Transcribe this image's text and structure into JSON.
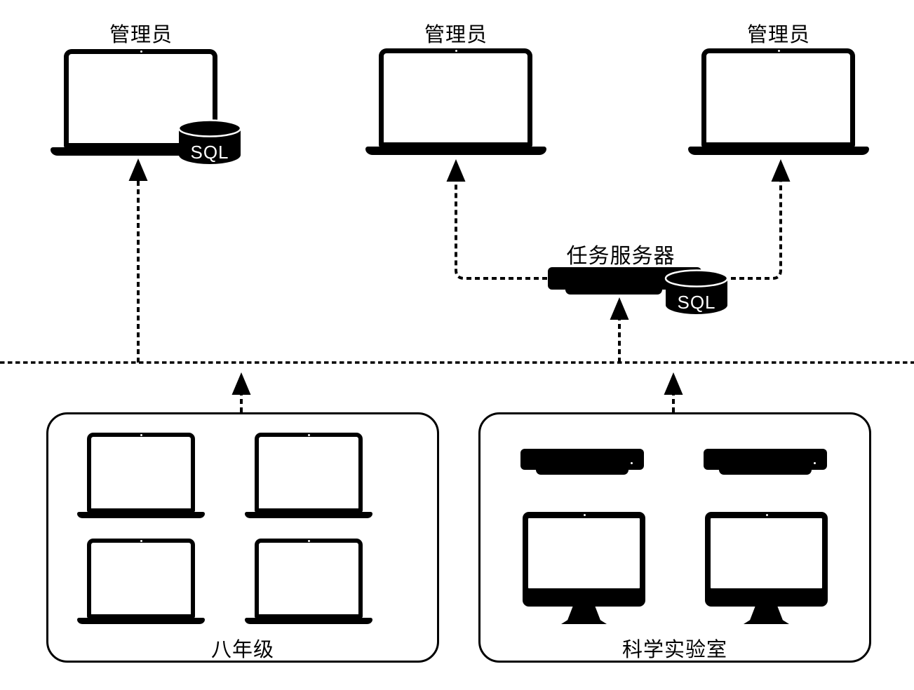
{
  "colors": {
    "ink": "#000000",
    "background": "#ffffff",
    "sql_text": "#ffffff"
  },
  "nodes": {
    "admin_left": {
      "label": "管理员"
    },
    "admin_middle": {
      "label": "管理员"
    },
    "admin_right": {
      "label": "管理员"
    },
    "task_server": {
      "label": "任务服务器"
    },
    "sql_admin": {
      "label": "SQL"
    },
    "sql_server": {
      "label": "SQL"
    }
  },
  "groups": {
    "grade8": {
      "label": "八年级",
      "laptop_count": 4
    },
    "science_lab": {
      "label": "科学实验室",
      "rack_server_count": 2,
      "desktop_count": 2
    }
  },
  "icons": {
    "laptop": "laptop-icon (css shape)",
    "database": "database-cylinder-icon (svg)",
    "rack_server": "rack-server-icon (css shape)",
    "desktop": "desktop-monitor-icon (css shape)",
    "arrow": "dashed-arrow (svg)"
  }
}
